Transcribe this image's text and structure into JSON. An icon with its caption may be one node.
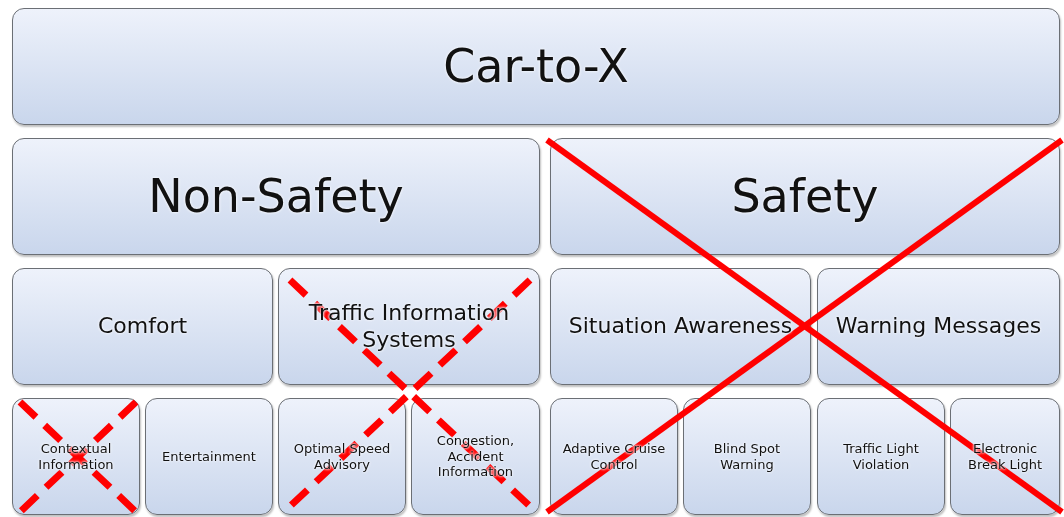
{
  "diagram": {
    "nodes": [
      {
        "text": [
          "Car-to-X"
        ]
      },
      {
        "text": [
          "Non-Safety"
        ]
      },
      {
        "text": [
          "Safety"
        ]
      },
      {
        "text": [
          "Comfort"
        ]
      },
      {
        "text": [
          "Traffic Information Systems"
        ]
      },
      {
        "text": [
          "Situation Awareness"
        ]
      },
      {
        "text": [
          "Warning Messages"
        ]
      },
      {
        "text": [
          "Contextual Information"
        ]
      },
      {
        "text": [
          "Entertainment"
        ]
      },
      {
        "text": [
          "Optimal Speed Advisory"
        ]
      },
      {
        "text": [
          "Congestion, Accident Information"
        ]
      },
      {
        "text": [
          "Adaptive Cruise Control"
        ]
      },
      {
        "text": [
          "Blind Spot Warning"
        ]
      },
      {
        "text": [
          "Traffic Light Violation"
        ]
      },
      {
        "text": [
          "Electronic Break Light"
        ]
      }
    ],
    "edges": []
  }
}
